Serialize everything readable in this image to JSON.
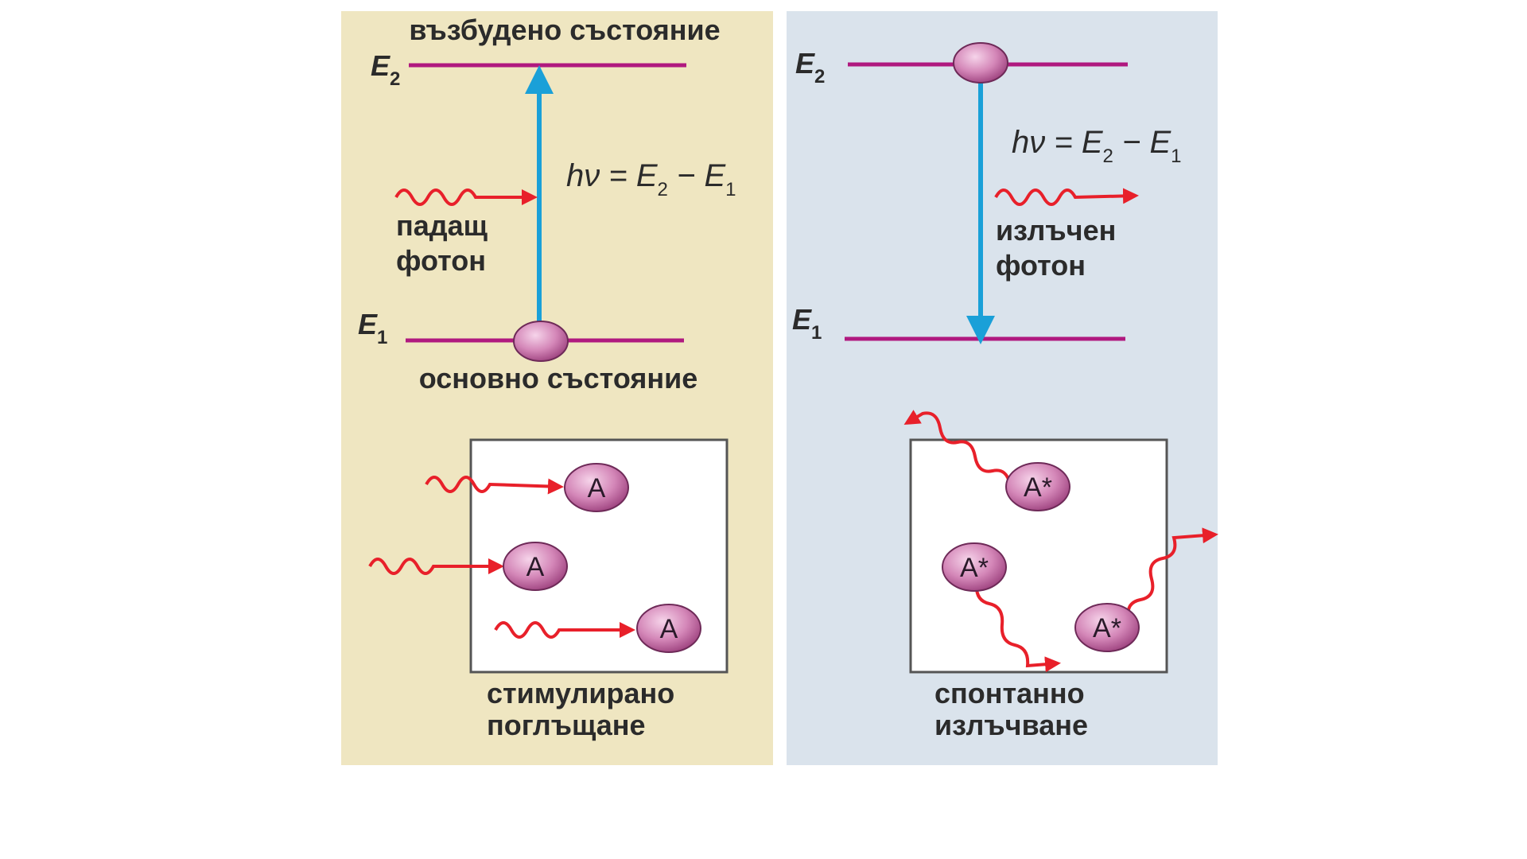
{
  "colors": {
    "left_bg": "#efe6c1",
    "right_bg": "#dae3ec",
    "level_line": "#b0197f",
    "transition_arrow": "#1aa0d8",
    "photon": "#e8202a",
    "atom_fill": "#c96aa8",
    "box_stroke": "#555555"
  },
  "left": {
    "top_state": "възбудено състояние",
    "e2_label": "E",
    "e2_sub": "2",
    "e1_label": "E",
    "e1_sub": "1",
    "equation": {
      "hv": "hν = E",
      "sub2": "2",
      "minus": " − E",
      "sub1": "1"
    },
    "photon_label_line1": "падащ",
    "photon_label_line2": "фотон",
    "bottom_state": "основно състояние",
    "atoms": [
      "A",
      "A",
      "A"
    ],
    "caption_line1": "стимулирано",
    "caption_line2": "поглъщане"
  },
  "right": {
    "e2_label": "E",
    "e2_sub": "2",
    "e1_label": "E",
    "e1_sub": "1",
    "equation": {
      "hv": "hν = E",
      "sub2": "2",
      "minus": " − E",
      "sub1": "1"
    },
    "photon_label_line1": "излъчен",
    "photon_label_line2": "фотон",
    "atoms": [
      "A*",
      "A*",
      "A*"
    ],
    "caption_line1": "спонтанно",
    "caption_line2": "излъчване"
  }
}
